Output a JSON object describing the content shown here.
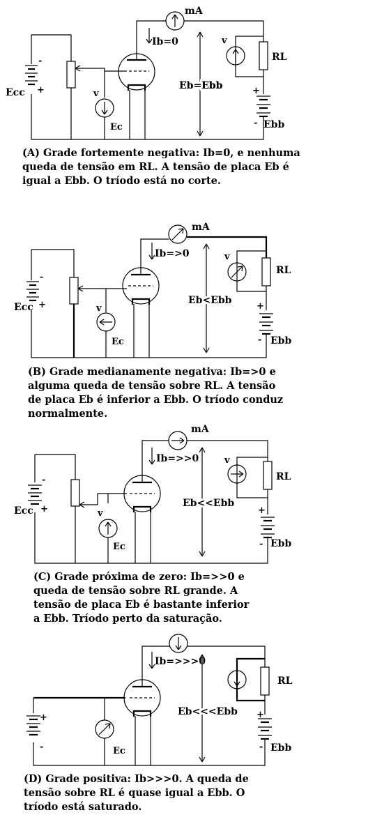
{
  "panels": [
    {
      "labels": {
        "ma": "mA",
        "ib": "Ib=0",
        "v_meter": "v",
        "rl": "RL",
        "eb": "Eb=Ebb",
        "ecc": "Ecc",
        "v_grid": "v",
        "ec": "Ec",
        "ebb": "Ebb"
      },
      "signs": {
        "ecc_top": "-",
        "ecc_bottom": "+",
        "ebb_top": "+",
        "ebb_bottom": "-"
      },
      "caption": "(A) Grade fortemente negativa: Ib=0, e nenhuma\nqueda de tensão em RL. A tensão de placa Eb é\nigual  a Ebb. O tríodo está no corte."
    },
    {
      "labels": {
        "ma": "mA",
        "ib": "Ib=>0",
        "v_meter": "v",
        "rl": "RL",
        "eb": "Eb<Ebb",
        "ecc": "Ecc",
        "v_grid": "v",
        "ec": "Ec",
        "ebb": "Ebb"
      },
      "signs": {
        "ecc_top": "-",
        "ecc_bottom": "+",
        "ebb_top": "+",
        "ebb_bottom": "-"
      },
      "caption": "(B) Grade medianamente negativa: Ib=>0 e\nalguma queda de tensão sobre RL. A tensão\nde placa Eb é inferior a Ebb. O tríodo conduz\nnormalmente."
    },
    {
      "labels": {
        "ma": "mA",
        "ib": "Ib=>>0",
        "v_meter": "v",
        "rl": "RL",
        "eb": "Eb<<Ebb",
        "ecc": "Ecc",
        "v_grid": "v",
        "ec": "Ec",
        "ebb": "Ebb"
      },
      "signs": {
        "ecc_top": "-",
        "ecc_bottom": "+",
        "ebb_top": "+",
        "ebb_bottom": "-"
      },
      "caption": "(C) Grade próxima de zero: Ib=>>0 e\nqueda de tensão sobre RL grande. A\ntensão de placa Eb é bastante inferior\na Ebb. Tríodo perto da saturação."
    },
    {
      "labels": {
        "ib": "Ib=>>>0",
        "rl": "RL",
        "eb": "Eb<<<Ebb",
        "ec": "Ec",
        "ebb": "Ebb"
      },
      "signs": {
        "ecc_top": "+",
        "ecc_bottom": "-",
        "ebb_top": "+",
        "ebb_bottom": "-"
      },
      "caption": "(D) Grade positiva: Ib>>>0. A queda de\ntensão sobre RL é quase igual a Ebb. O\ntríodo está saturado."
    }
  ]
}
